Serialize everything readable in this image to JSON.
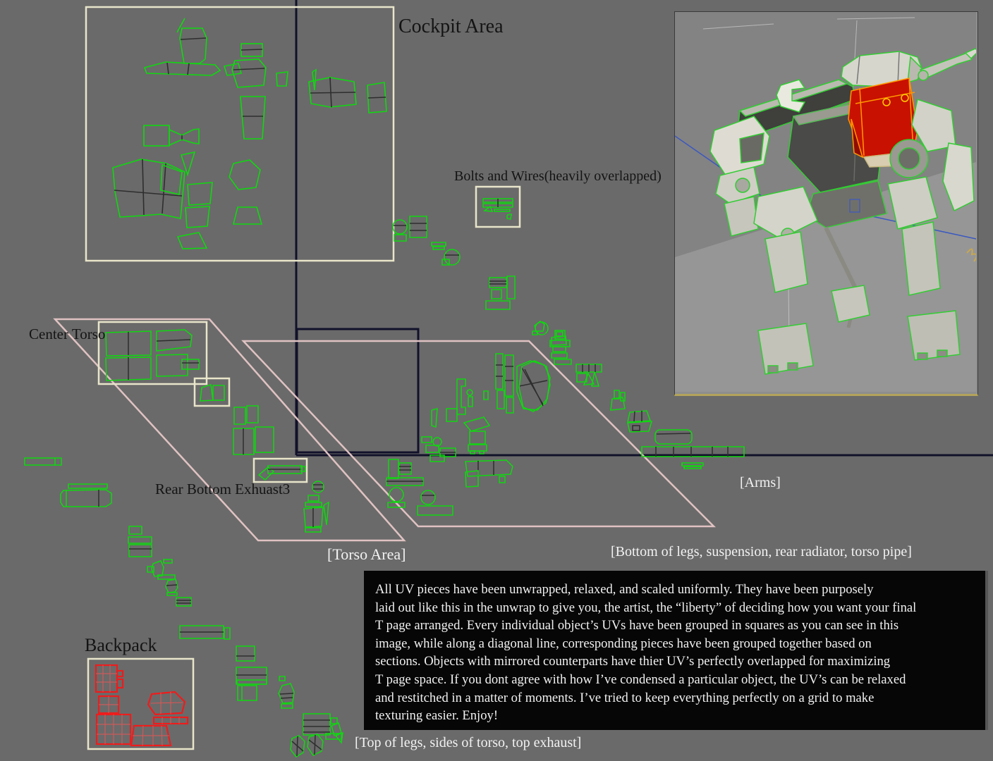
{
  "labels": {
    "cockpit_area": "Cockpit Area",
    "bolts_and_wires": "Bolts and Wires(heavily overlapped)",
    "center_torso": "Center Torso",
    "rear_bottom_exhaust": "Rear Bottom Exhuast3",
    "backpack": "Backpack",
    "torso_area": "[Torso Area]",
    "arms": "[Arms]",
    "bottom_of_legs": "[Bottom of legs, suspension, rear radiator, torso pipe]",
    "top_of_legs": "[Top of legs, sides of torso, top exhaust]"
  },
  "note": {
    "lines": [
      "All UV pieces have been unwrapped, relaxed, and scaled uniformly. They have been purposely",
      "laid out like this in the unwrap to give you, the artist, the “liberty” of deciding how you want your final",
      "T page arranged. Every individual object’s UVs have been grouped in squares as you can see in this",
      "image, while along a diagonal line, corresponding pieces have been grouped together based on",
      "sections. Objects with mirrored counterparts have thier UV’s perfectly overlapped for maximizing",
      "T page space. If you dont agree with how I’ve condensed a particular object, the UV’s can be relaxed",
      "and restitched in a matter of moments. I’ve tried to keep everything perfectly on a grid to make",
      "texturing easier. Enjoy!"
    ]
  },
  "colors": {
    "canvas_gray": "#6a6a6a",
    "uv_wire_green": "#10d810",
    "selected_uv_red": "#ee1c1c",
    "annotation_box_cream": "#e8e5ca",
    "group_outline_pink": "#e0c2c2",
    "frame_navy": "#11112b",
    "note_background": "#060606",
    "selected_object_fill": "#c81100",
    "selected_object_wire": "#ff9900",
    "viewport_gray": "#8e8e8e"
  }
}
